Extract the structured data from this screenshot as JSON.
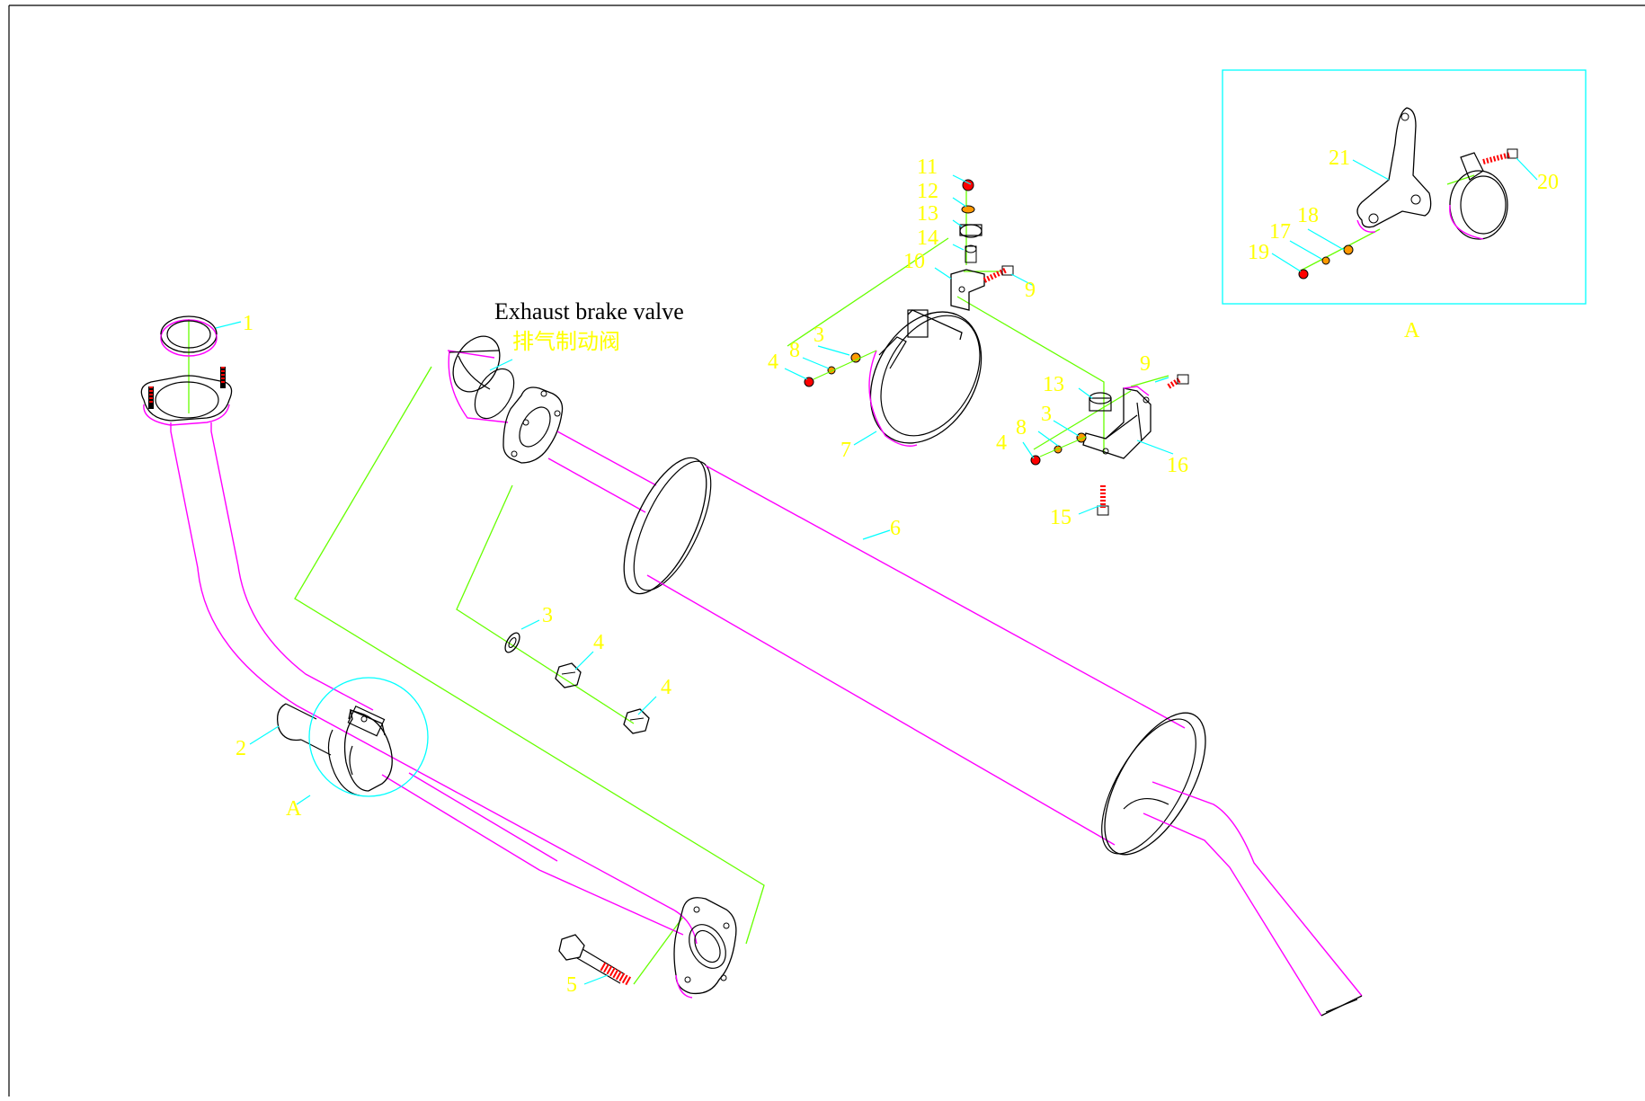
{
  "diagram": {
    "title_en": "Exhaust brake valve",
    "title_cn": "排气制动阀",
    "detail_label": "A",
    "detail_circle_label": "A",
    "colors": {
      "outline": "#ff00ff",
      "part": "#000000",
      "assembly_line": "#66ff00",
      "leader": "#00ffff",
      "callout_text": "#ffff00",
      "bolt_thread": "#ff0000",
      "detail_box": "#00ffff"
    },
    "callouts": [
      "1",
      "2",
      "3",
      "3",
      "3",
      "4",
      "4",
      "4",
      "4",
      "5",
      "6",
      "7",
      "8",
      "8",
      "9",
      "9",
      "10",
      "11",
      "12",
      "13",
      "13",
      "14",
      "15",
      "16",
      "17",
      "18",
      "19",
      "20",
      "21"
    ]
  }
}
